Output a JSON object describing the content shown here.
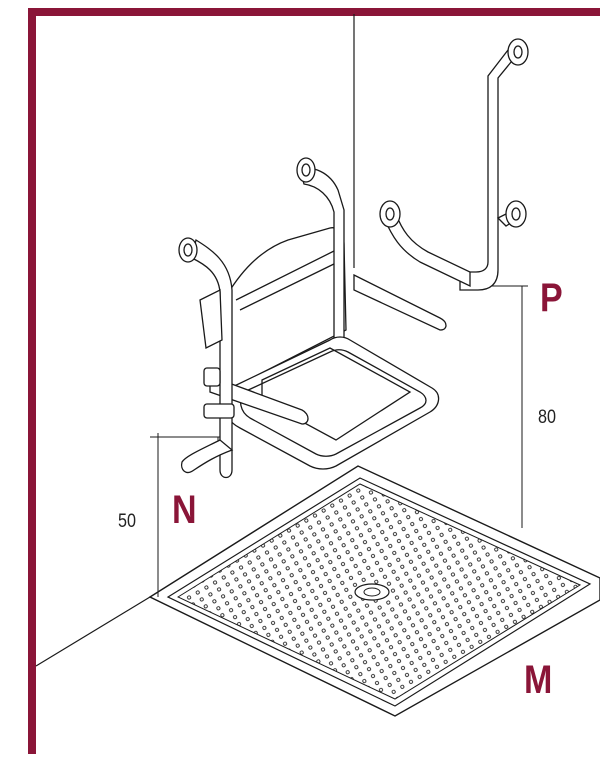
{
  "colors": {
    "frame": "#8a1538",
    "label": "#8a1538",
    "line": "#1a1a1a"
  },
  "labels": {
    "P": "P",
    "N": "N",
    "M": "M"
  },
  "dimensions": {
    "grab_bar_height": "80",
    "seat_height": "50"
  },
  "icons": [
    "shower-seat-icon",
    "grab-bar-icon",
    "shower-tray-icon"
  ]
}
